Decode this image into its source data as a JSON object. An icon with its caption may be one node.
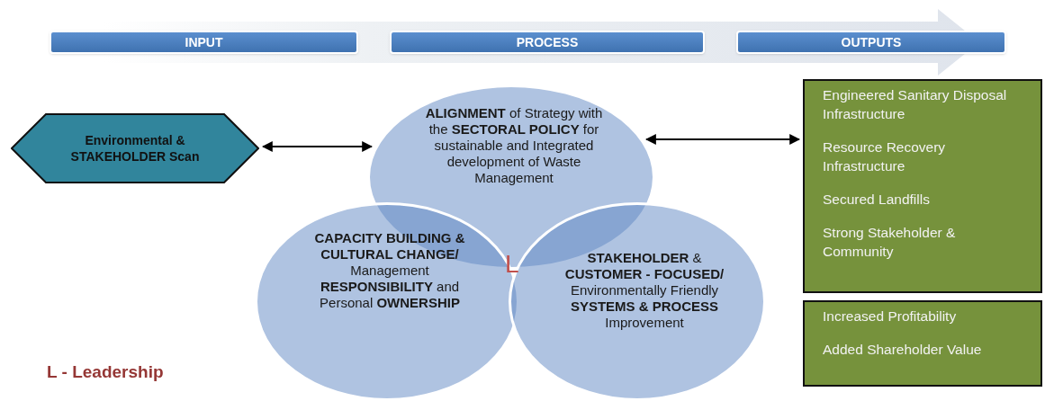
{
  "diagram": {
    "nodes": [
      {
        "text": [
          "INPUT"
        ]
      },
      {
        "text": [
          "PROCESS"
        ]
      },
      {
        "text": [
          "OUTPUTS"
        ]
      },
      {
        "text": [
          "Environmental & STAKEHOLDER Scan"
        ]
      },
      {
        "text": [
          "**ALIGNMENT** of Strategy with the **SECTORAL POLICY** for sustainable and Integrated development of Waste Management"
        ]
      },
      {
        "text": [
          "**CAPACITY BUILDING & CULTURAL CHANGE/** Management **RESPONSIBILITY** and Personal **OWNERSHIP**"
        ]
      },
      {
        "text": [
          "**STAKEHOLDER** & **CUSTOMER - FOCUSED/** Environmentally Friendly **SYSTEMS & PROCESS** Improvement"
        ]
      },
      {
        "text": [
          "Engineered Sanitary Disposal Infrastructure",
          "Resource Recovery Infrastructure",
          "Secured Landfills",
          "Strong Stakeholder & Community"
        ]
      },
      {
        "text": [
          "Increased Profitability",
          "Added Shareholder Value"
        ]
      }
    ],
    "edges": [
      {
        "from": 0,
        "to": 2,
        "arrow": "to",
        "style": "thick"
      },
      {
        "from": 3,
        "to": 4,
        "arrow": "both"
      },
      {
        "from": 4,
        "to": 7,
        "arrow": "both"
      }
    ],
    "labels": [
      "L",
      "L - Leadership"
    ]
  }
}
